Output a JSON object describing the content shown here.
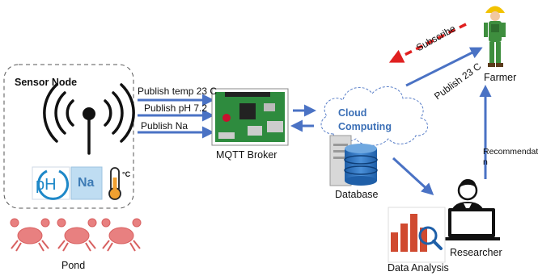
{
  "sensor_node": {
    "title": "Sensor Node",
    "ph_label": "pH",
    "na_label": "Na",
    "temp_unit": "°C"
  },
  "pond": {
    "label": "Pond"
  },
  "publish": {
    "temp": "Publish temp 23 C",
    "ph": "Publish pH 7.2",
    "na": "Publish Na"
  },
  "broker": {
    "label": "MQTT Broker"
  },
  "cloud": {
    "line1": "Cloud",
    "line2": "Computing"
  },
  "database": {
    "label": "Database"
  },
  "farmer": {
    "label": "Farmer",
    "subscribe": "Subscribe",
    "publish_temp": "Publish  23 C"
  },
  "researcher": {
    "label": "Researcher",
    "recommendation": "Recommendatio\nn"
  },
  "analysis": {
    "label": "Data Analysis"
  },
  "colors": {
    "arrow_blue": "#4A72C4",
    "subscribe_red": "#E02020",
    "cloud_text": "#3B6FB6"
  }
}
